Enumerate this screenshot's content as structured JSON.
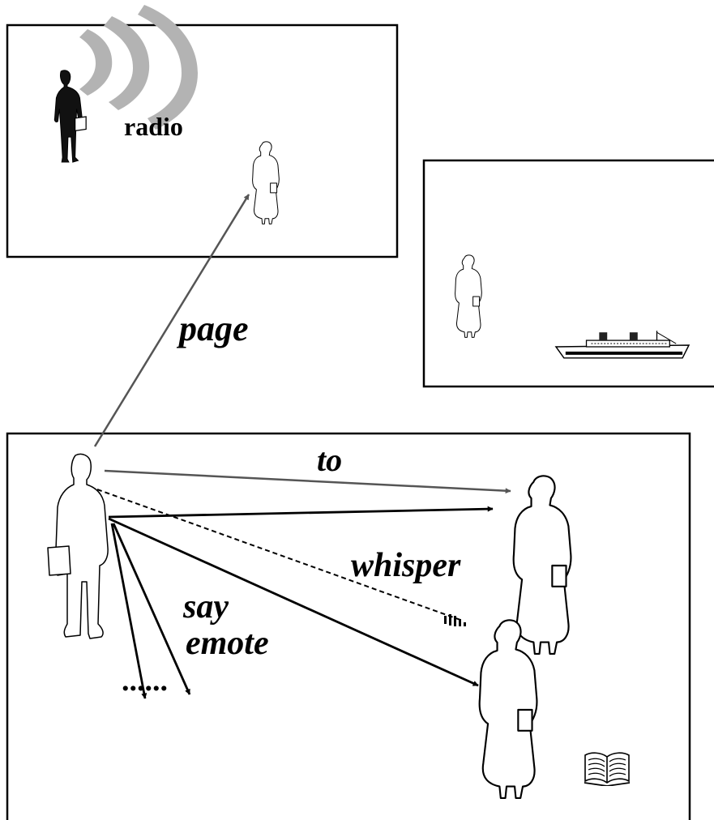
{
  "labels": {
    "radio": "radio",
    "page": "page",
    "to": "to",
    "whisper": "whisper",
    "say": "say",
    "emote": "emote",
    "ellipsis": "......"
  },
  "colors": {
    "radio_waves": "#b3b3b3",
    "page_arrow": "#555555",
    "to_arrow": "#555555",
    "black": "#000000"
  },
  "icons": [
    "radio-wave-icon",
    "businessman-icon",
    "woman-icon",
    "ship-icon",
    "book-icon"
  ]
}
